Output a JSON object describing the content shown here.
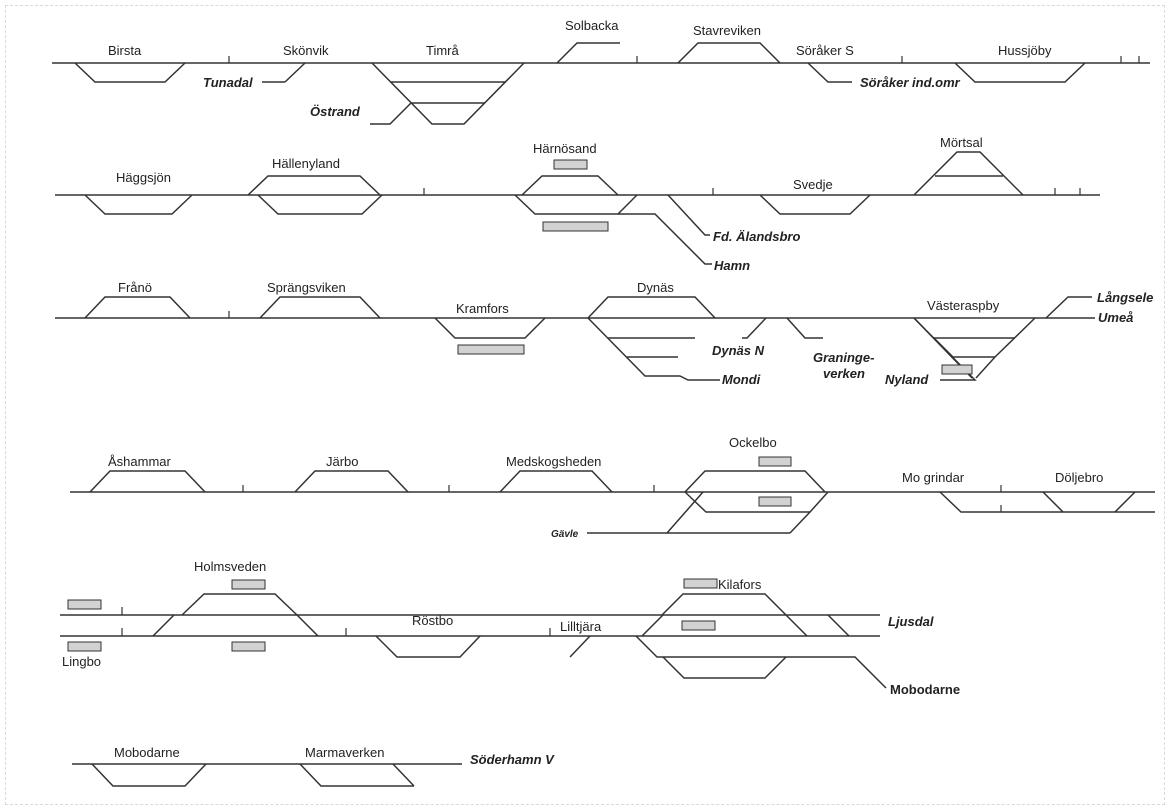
{
  "stations": {
    "birsta": "Birsta",
    "skonvik": "Skönvik",
    "timra": "Timrå",
    "solbacka": "Solbacka",
    "stavreviken": "Stavreviken",
    "soraker_s": "Söråker S",
    "hussjoby": "Hussjöby",
    "haggsjon": "Häggsjön",
    "hallenyland": "Hällenyland",
    "harnosand": "Härnösand",
    "svedje": "Svedje",
    "mortsal": "Mörtsal",
    "frano": "Frånö",
    "prangsviken": "Sprängsviken",
    "kramfors": "Kramfors",
    "dynas": "Dynäs",
    "vasteraspby": "Västeraspby",
    "ashammar": "Åshammar",
    "jarbo": "Järbo",
    "medskogsheden": "Medskogsheden",
    "ockelbo": "Ockelbo",
    "mo_grindar": "Mo grindar",
    "doljebro": "Döljebro",
    "holmsveden": "Holmsveden",
    "lingbo": "Lingbo",
    "rostbo": "Röstbo",
    "lilltjara": "Lilltjära",
    "kilafors": "Kilafors",
    "mobodarne": "Mobodarne",
    "marmaverken": "Marmaverken"
  },
  "branches": {
    "tunadal": "Tunadal",
    "ostrand": "Östrand",
    "soraker_ind": "Söråker ind.omr",
    "fd_alandsbro": "Fd. Älandsbro",
    "hamn": "Hamn",
    "dynas_n": "Dynäs N",
    "graninge_1": "Graninge-",
    "graninge_2": "verken",
    "mondi": "Mondi",
    "nyland": "Nyland",
    "langsele": "Långsele",
    "umea": "Umeå",
    "gavle": "Gävle",
    "ljusdal": "Ljusdal",
    "mobodarne": "Mobodarne",
    "soderhamn_v": "Söderhamn V"
  }
}
